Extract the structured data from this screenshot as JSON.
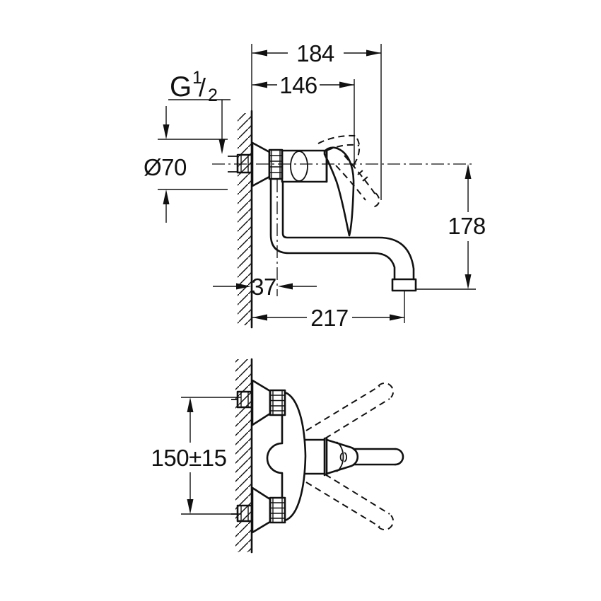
{
  "colors": {
    "background": "#ffffff",
    "line": "#111111"
  },
  "views": {
    "side_view": {
      "dimensions": {
        "total_depth": "184",
        "handle_depth": "146",
        "thread_prefix": "G",
        "thread_numerator": "1",
        "thread_slash": "/",
        "thread_denominator": "2",
        "escutcheon_diameter": "Ø70",
        "spout_drop_height": "178",
        "spout_offset": "37",
        "spout_reach": "217"
      }
    },
    "plan_view": {
      "dimensions": {
        "connection_distance": "150±15"
      }
    }
  }
}
